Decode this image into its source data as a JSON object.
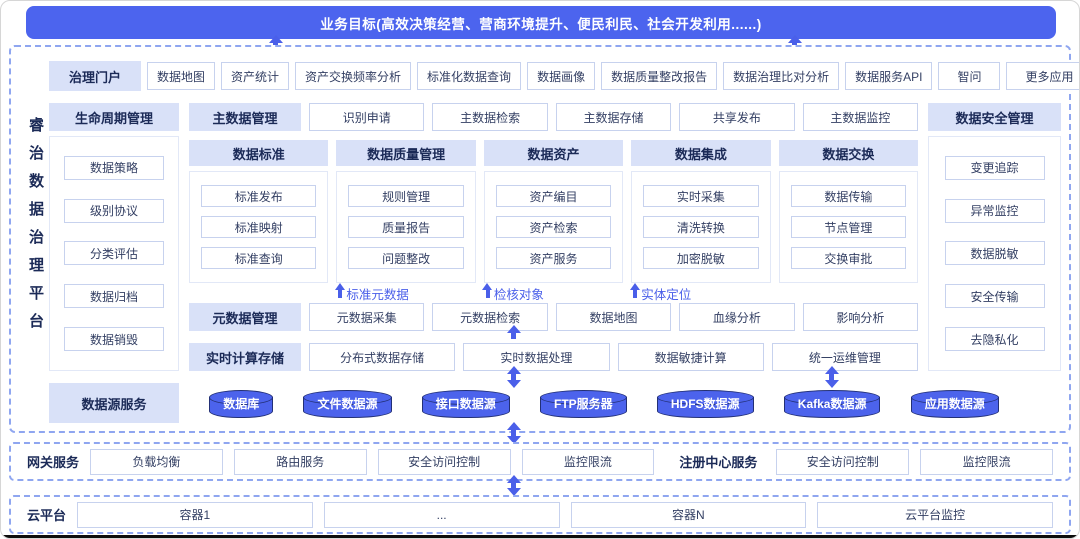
{
  "banner": {
    "title": "业务目标(高效决策经营、营商环境提升、便民利民、社会开发利用......)"
  },
  "platform": {
    "vertical_title": "睿治数据治理平台",
    "portal": {
      "label": "治理门户",
      "items": [
        "数据地图",
        "资产统计",
        "资产交换频率分析",
        "标准化数据查询",
        "数据画像",
        "数据质量整改报告",
        "数据治理比对分析",
        "数据服务API",
        "智问",
        "更多应用"
      ]
    },
    "lifecycle": {
      "label": "生命周期管理",
      "items": [
        "数据策略",
        "级别协议",
        "分类评估",
        "数据归档",
        "数据销毁"
      ]
    },
    "master": {
      "label": "主数据管理",
      "items": [
        "识别申请",
        "主数据检索",
        "主数据存储",
        "共享发布",
        "主数据监控"
      ]
    },
    "columns": [
      {
        "label": "数据标准",
        "items": [
          "标准发布",
          "标准映射",
          "标准查询"
        ]
      },
      {
        "label": "数据质量管理",
        "items": [
          "规则管理",
          "质量报告",
          "问题整改"
        ]
      },
      {
        "label": "数据资产",
        "items": [
          "资产编目",
          "资产检索",
          "资产服务"
        ]
      },
      {
        "label": "数据集成",
        "items": [
          "实时采集",
          "清洗转换",
          "加密脱敏"
        ]
      },
      {
        "label": "数据交换",
        "items": [
          "数据传输",
          "节点管理",
          "交换审批"
        ]
      }
    ],
    "flow_labels": [
      "标准元数据",
      "检核对象",
      "实体定位"
    ],
    "metadata": {
      "label": "元数据管理",
      "items": [
        "元数据采集",
        "元数据检索",
        "数据地图",
        "血缘分析",
        "影响分析"
      ]
    },
    "realtime": {
      "label": "实时计算存储",
      "items": [
        "分布式数据存储",
        "实时数据处理",
        "数据敏捷计算",
        "统一运维管理"
      ]
    },
    "security": {
      "label": "数据安全管理",
      "items": [
        "变更追踪",
        "异常监控",
        "数据脱敏",
        "安全传输",
        "去隐私化"
      ]
    },
    "datasources": {
      "label": "数据源服务",
      "items": [
        "数据库",
        "文件数据源",
        "接口数据源",
        "FTP服务器",
        "HDFS数据源",
        "Kafka数据源",
        "应用数据源"
      ]
    }
  },
  "gateway": {
    "label": "网关服务",
    "items": [
      "负载均衡",
      "路由服务",
      "安全访问控制",
      "监控限流"
    ],
    "registry": {
      "label": "注册中心服务",
      "items": [
        "安全访问控制",
        "监控限流"
      ]
    }
  },
  "cloud": {
    "label": "云平台",
    "items": [
      "容器1",
      "...",
      "容器N",
      "云平台监控"
    ]
  },
  "colors": {
    "accent_blue": "#4c64ee",
    "header_bg": "#d9e1f8",
    "chip_border": "#c7d2ee",
    "dashed_border": "#8fa6f0",
    "dark_navy_text": "#1b2a57",
    "cylinder_fill": "#4c63ec",
    "cylinder_stroke": "#233076"
  }
}
